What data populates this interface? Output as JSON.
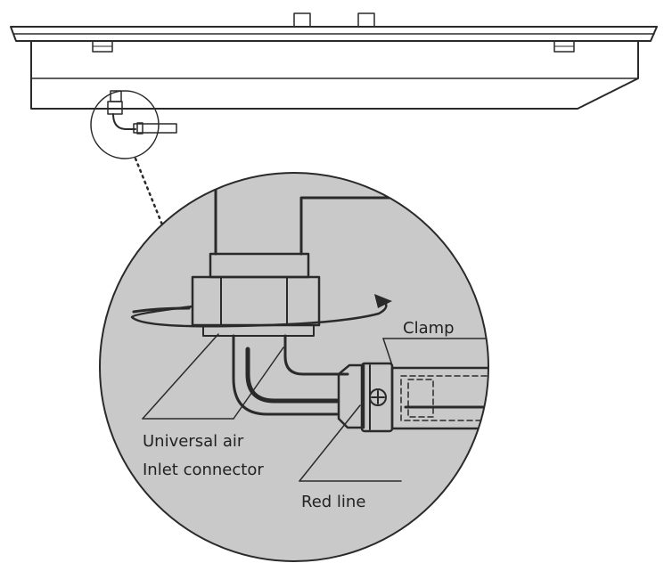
{
  "labels": {
    "connector_line1": "Universal air",
    "connector_line2": "Inlet connector",
    "clamp": "Clamp",
    "red_line": "Red line"
  },
  "colors": {
    "background": "#ffffff",
    "detail_fill": "#c9c9c9",
    "line": "#2a2a2a",
    "body_fill": "#ffffff"
  }
}
